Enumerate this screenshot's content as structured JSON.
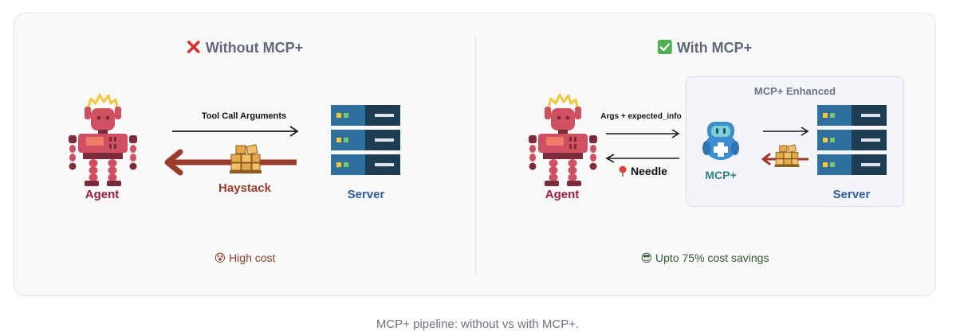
{
  "left_panel": {
    "title": "Without MCP+",
    "arrow_label": "Tool Call Arguments",
    "agent_label": "Agent",
    "server_label": "Server",
    "return_label": "Haystack",
    "footnote": "😰 High cost"
  },
  "right_panel": {
    "title": "With MCP+",
    "arrow_label": "Args + expected_info",
    "return_label": "Needle",
    "agent_label": "Agent",
    "enhanced_title": "MCP+ Enhanced",
    "mcp_label": "MCP+",
    "server_label": "Server",
    "footnote": "😎 Upto 75% cost savings"
  },
  "caption": "MCP+ pipeline: without vs with MCP+.",
  "colors": {
    "robot_body": "#cf5060",
    "robot_dark": "#7a2c3a",
    "server_dark": "#1f3d52",
    "server_blue": "#2f6f9e",
    "haystack_arrow": "#9b3b2b",
    "mcp_blue": "#3c8ecf"
  },
  "icons": [
    "cross-mark-icon",
    "check-mark-icon",
    "robot-icon",
    "server-rack-icon",
    "boxes-icon",
    "pin-icon",
    "mcp-mascot-icon"
  ]
}
